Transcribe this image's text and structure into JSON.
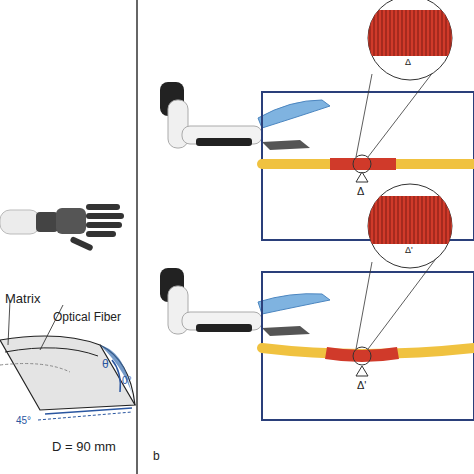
{
  "diagram": {
    "labels": [
      "Matrix",
      "Optical Fiber",
      "θ",
      "0°",
      "45°",
      "D = 90 mm",
      "b",
      "Δ",
      "Δ",
      "Δ'",
      "Δ'"
    ]
  }
}
